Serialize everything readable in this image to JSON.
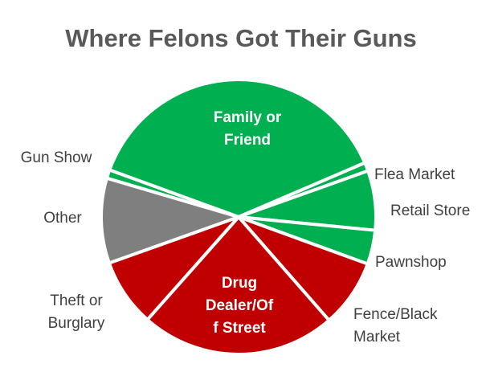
{
  "chart_data": {
    "type": "pie",
    "title": "Where Felons Got Their Guns",
    "slices": [
      {
        "label": "Family or Friend",
        "value": 38,
        "color": "#00B050"
      },
      {
        "label": "Flea Market",
        "value": 1,
        "color": "#00B050"
      },
      {
        "label": "Retail Store",
        "value": 7,
        "color": "#00B050"
      },
      {
        "label": "Pawnshop",
        "value": 4,
        "color": "#00B050"
      },
      {
        "label": "Fence/Black Market",
        "value": 8,
        "color": "#C00000"
      },
      {
        "label": "Drug Dealer/Off Street",
        "value": 23,
        "color": "#C00000"
      },
      {
        "label": "Theft or Burglary",
        "value": 8,
        "color": "#C00000"
      },
      {
        "label": "Other",
        "value": 10,
        "color": "#7F7F7F"
      },
      {
        "label": "Gun Show",
        "value": 1,
        "color": "#00B050"
      }
    ],
    "legend": "none (labels on chart)"
  }
}
